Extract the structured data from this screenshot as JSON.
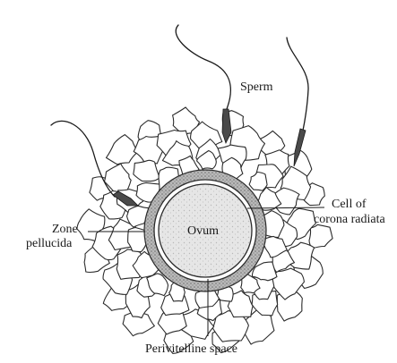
{
  "labels": {
    "sperm": "Sperm",
    "ovum": "Ovum",
    "corona_line1": "Cell of",
    "corona_line2": "corona radiata",
    "zone_line1": "Zone",
    "zone_line2": "pellucida",
    "perivitelline": "Perivitelline space"
  },
  "colors": {
    "ink": "#1a1a1a",
    "ovum_fill": "#e6e6e6",
    "zona_fill": "#b9b9b9",
    "background": "#ffffff"
  }
}
